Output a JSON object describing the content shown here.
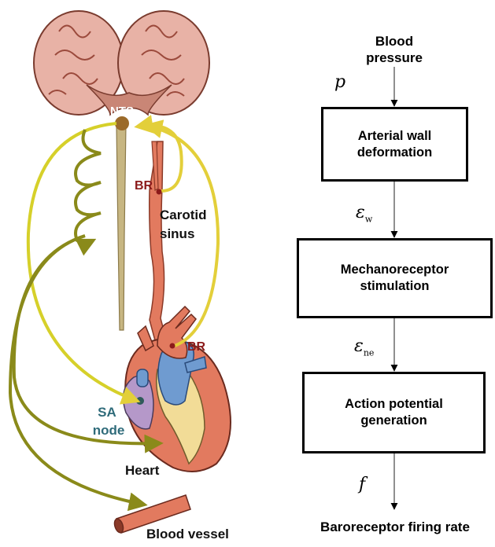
{
  "anatomy": {
    "nts_label": "NTS",
    "br_label_top": "BR",
    "carotid_line1": "Carotid",
    "carotid_line2": "sinus",
    "br_label_bottom": "BR",
    "sa_line1": "SA",
    "sa_line2": "node",
    "heart_label": "Heart",
    "vessel_label": "Blood vessel"
  },
  "flow": {
    "input_line1": "Blood",
    "input_line2": "pressure",
    "sym_p": "p",
    "box1_line1": "Arterial wall",
    "box1_line2": "deformation",
    "sym_ew": "ε",
    "sym_ew_sub": "w",
    "box2_line1": "Mechanoreceptor",
    "box2_line2": "stimulation",
    "sym_ene": "ε",
    "sym_ene_sub": "ne",
    "box3_line1": "Action potential",
    "box3_line2": "generation",
    "sym_f": "f",
    "output_label": "Baroreceptor firing rate"
  },
  "colors": {
    "yellow_path": "#e3cf3a",
    "olive_path": "#8a8a1a",
    "artery": "#e27a5f",
    "vein": "#6f9bd0",
    "brain": "#e8b2a6",
    "label_red": "#8b1a1a",
    "label_teal": "#2f6b7a"
  }
}
